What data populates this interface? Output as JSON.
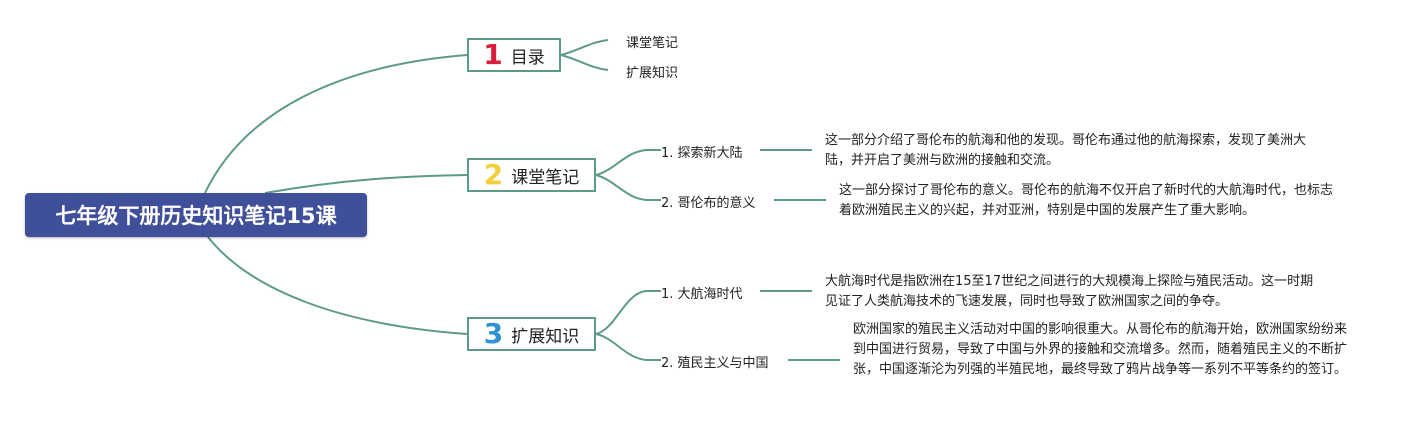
{
  "root": {
    "title": "七年级下册历史知识笔记15课"
  },
  "branches": [
    {
      "num": "1",
      "num_color": "#d81e3a",
      "label": "目录",
      "children": [
        {
          "label": "课堂笔记"
        },
        {
          "label": "扩展知识"
        }
      ]
    },
    {
      "num": "2",
      "num_color": "#f2cf3b",
      "label": "课堂笔记",
      "children": [
        {
          "label": "1. 探索新大陆",
          "desc": "这一部分介绍了哥伦布的航海和他的发现。哥伦布通过他的航海探索，发现了美洲大陆，并开启了美洲与欧洲的接触和交流。"
        },
        {
          "label": "2. 哥伦布的意义",
          "desc": "这一部分探讨了哥伦布的意义。哥伦布的航海不仅开启了新时代的大航海时代，也标志着欧洲殖民主义的兴起，并对亚洲，特别是中国的发展产生了重大影响。"
        }
      ]
    },
    {
      "num": "3",
      "num_color": "#2d93d4",
      "label": "扩展知识",
      "children": [
        {
          "label": "1. 大航海时代",
          "desc": "大航海时代是指欧洲在15至17世纪之间进行的大规模海上探险与殖民活动。这一时期见证了人类航海技术的飞速发展，同时也导致了欧洲国家之间的争夺。"
        },
        {
          "label": "2. 殖民主义与中国",
          "desc": "欧洲国家的殖民主义活动对中国的影响很重大。从哥伦布的航海开始，欧洲国家纷纷来到中国进行贸易，导致了中国与外界的接触和交流增多。然而，随着殖民主义的不断扩张，中国逐渐沦为列强的半殖民地，最终导致了鸦片战争等一系列不平等条约的签订。"
        }
      ]
    }
  ],
  "colors": {
    "root_bg": "#3f4f9a",
    "line": "#5d9b86"
  }
}
